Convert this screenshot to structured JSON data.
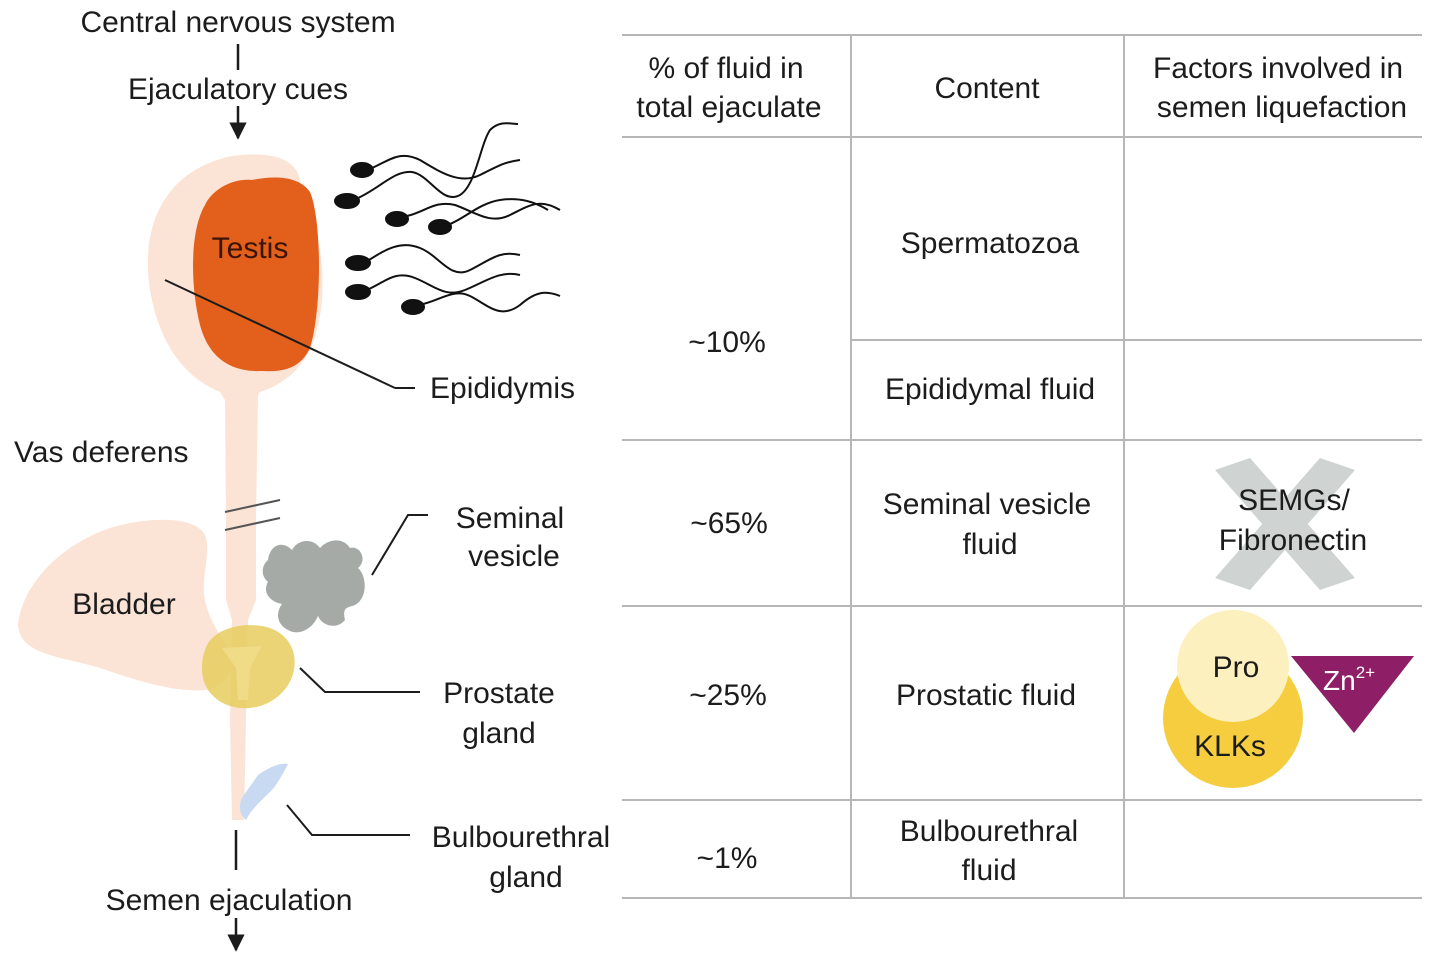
{
  "anatomy": {
    "cns": "Central nervous system",
    "cues": "Ejaculatory cues",
    "testis": "Testis",
    "epididymis": "Epididymis",
    "vas_deferens": "Vas deferens",
    "bladder": "Bladder",
    "seminal_vesicle": [
      "Seminal",
      "vesicle"
    ],
    "prostate": [
      "Prostate",
      "gland"
    ],
    "bulbourethral": [
      "Bulbourethral",
      "gland"
    ],
    "ejaculation": "Semen ejaculation"
  },
  "table": {
    "headers": [
      [
        "% of fluid in",
        "total ejaculate"
      ],
      [
        "Content"
      ],
      [
        "Factors involved in",
        "semen liquefaction"
      ]
    ],
    "percent": [
      "~10%",
      "~65%",
      "~25%",
      "~1%"
    ],
    "content": [
      [
        "Spermatozoa"
      ],
      [
        "Epididymal fluid"
      ],
      [
        "Seminal vesicle",
        "fluid"
      ],
      [
        "Prostatic fluid"
      ],
      [
        "Bulbourethral",
        "fluid"
      ]
    ],
    "factors": {
      "semgs": [
        "SEMGs/",
        "Fibronectin"
      ],
      "pro": "Pro",
      "klks": "KLKs",
      "zn": "Zn",
      "zn_sup": "2+"
    }
  },
  "colors": {
    "tract": "#fbe3d6",
    "testis": "#e35f1c",
    "seminal_vesicle": "#a6aaa7",
    "prostate": "#e8cc5e",
    "bulbourethral": "#c8daf2",
    "x_mark": "#cfd3d1",
    "klk_gold": "#f5cd3f",
    "pro_cream": "#fdf0bf",
    "zinc": "#8e1f66",
    "grid": "#b7b7b7"
  }
}
